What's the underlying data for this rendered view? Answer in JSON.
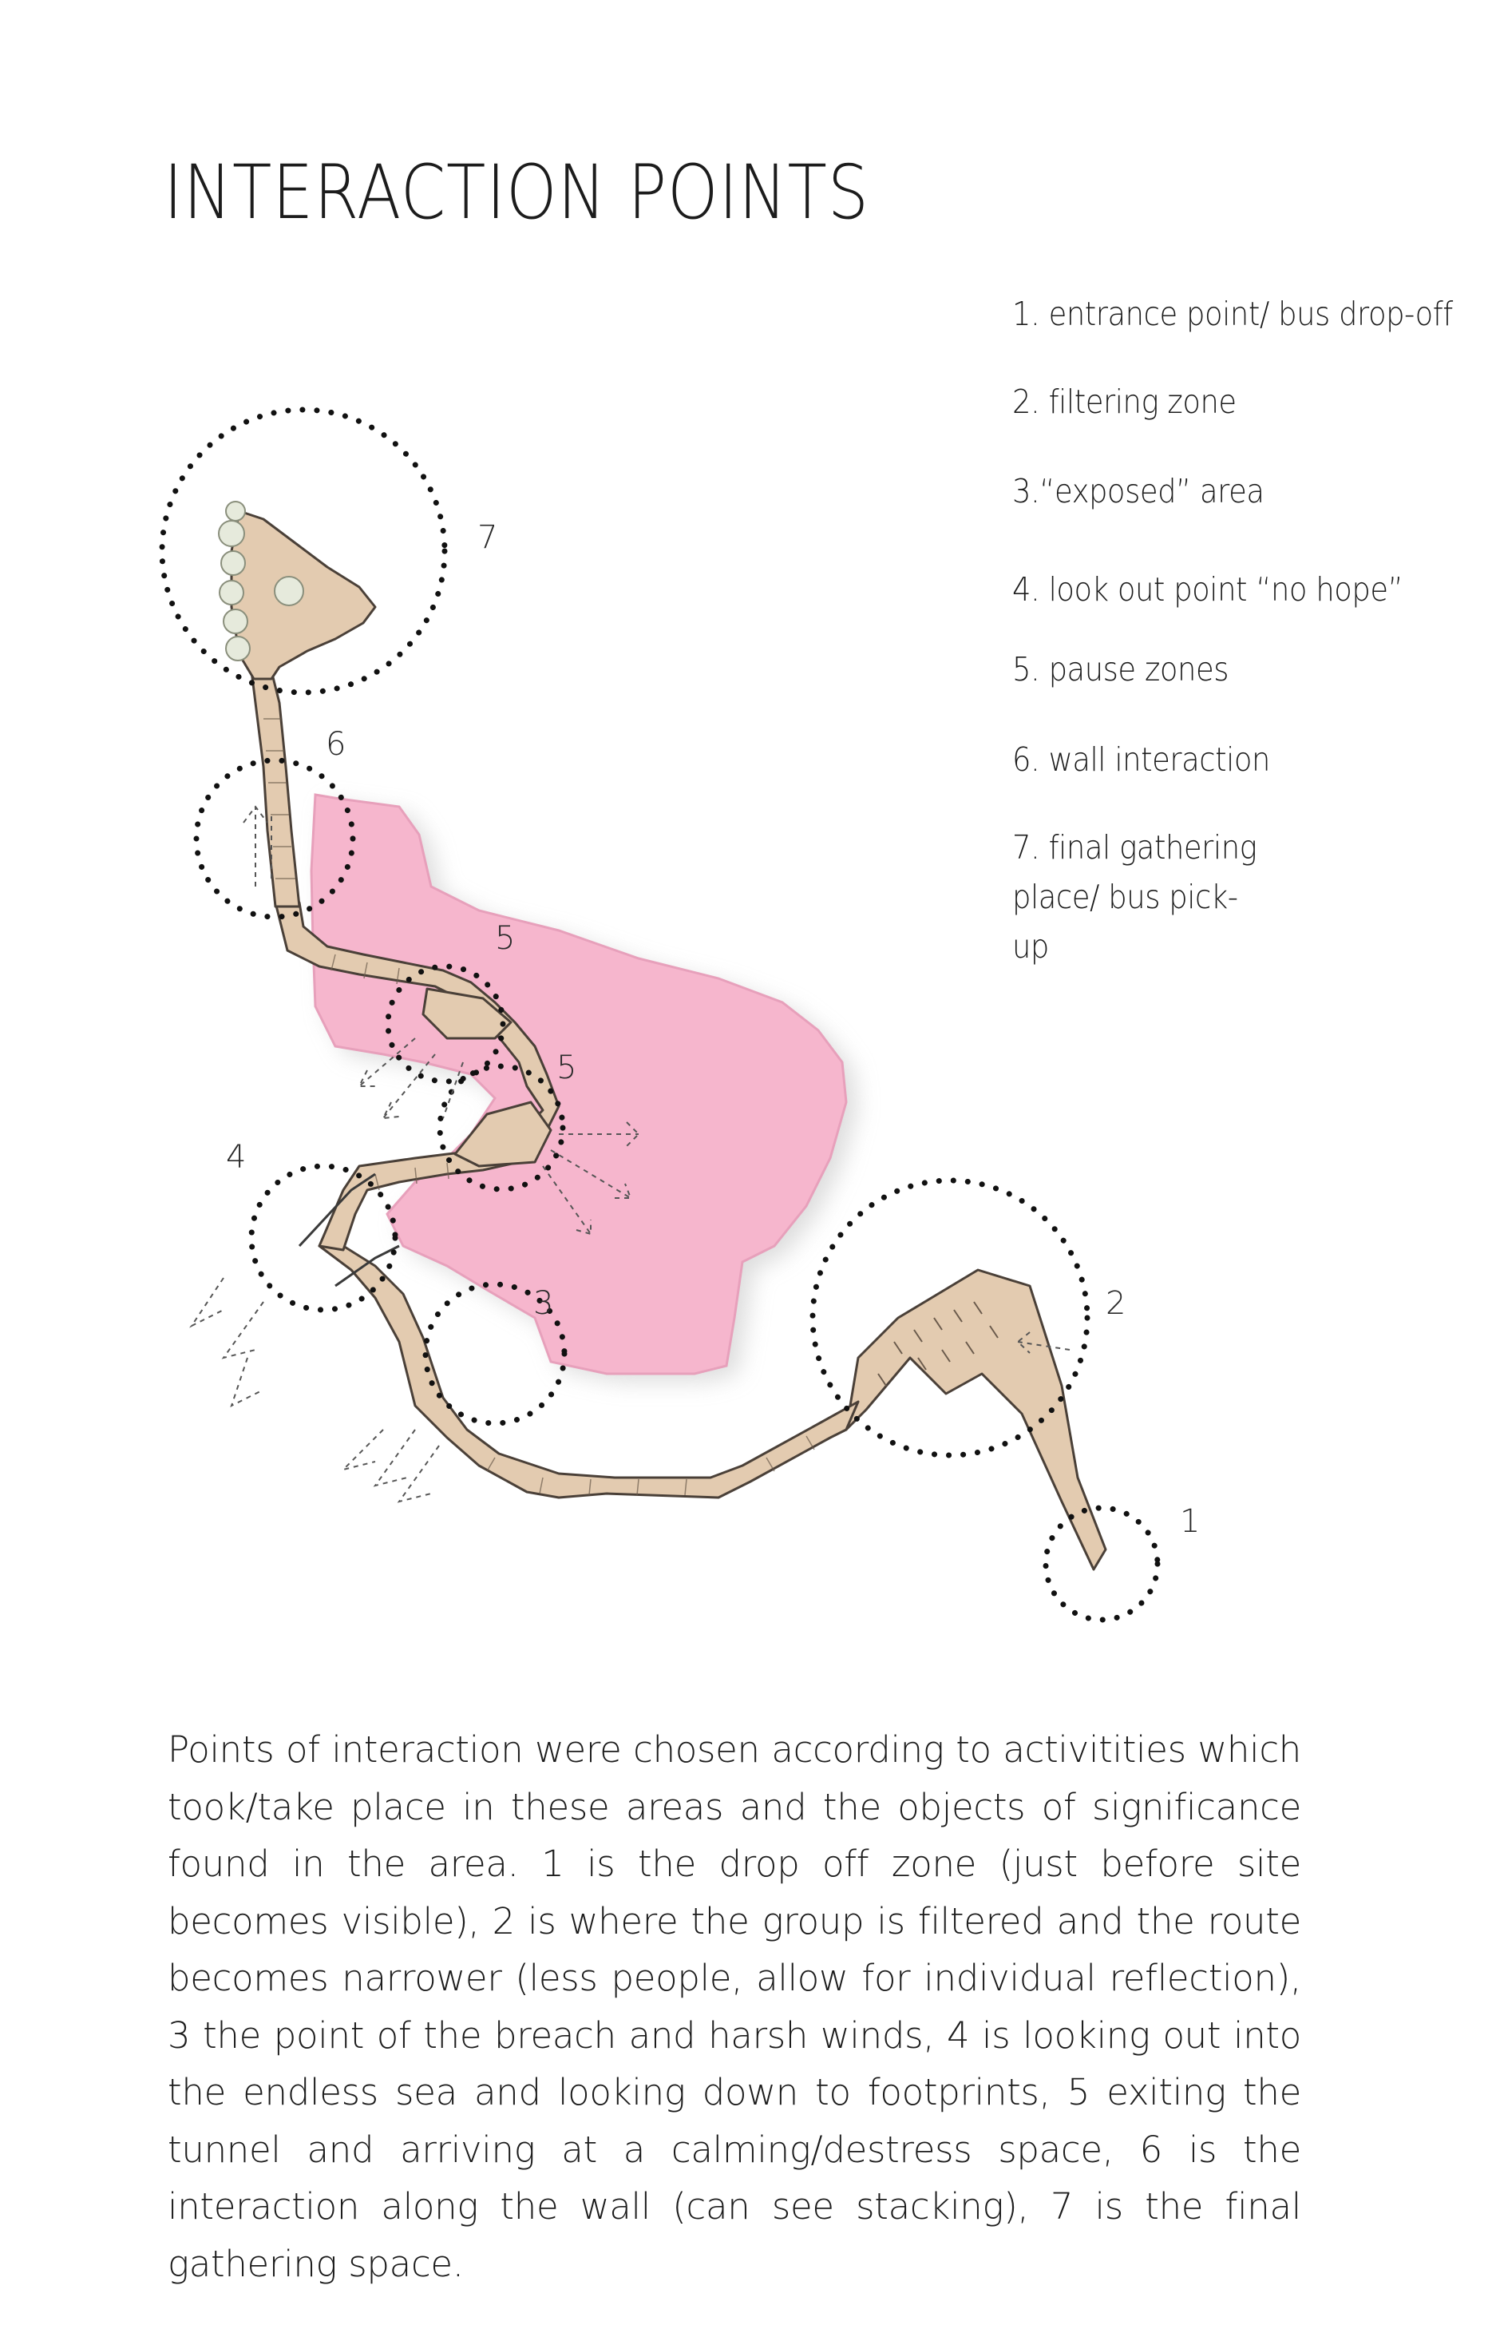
{
  "title": "INTERACTION POINTS",
  "legend": [
    "1. entrance point/ bus drop-off",
    "2. filtering zone",
    "3.“exposed” area",
    "4. look out point “no hope”",
    "5. pause zones",
    "6. wall interaction",
    "7. final gathering place/ bus pick-up"
  ],
  "diagram": {
    "labels": {
      "p1": "1",
      "p2": "2",
      "p3": "3",
      "p4": "4",
      "p5a": "5",
      "p5b": "5",
      "p6": "6",
      "p7": "7"
    },
    "colors": {
      "water": "#f6b6cd",
      "path": "#e3cbb0",
      "ink": "#3a3a3a"
    }
  },
  "description": "Points of interaction were chosen according to activitities which took/take place in these areas and the objects of significance found in the area. 1 is the drop off zone (just before site becomes visible), 2 is where the group is filtered and the route becomes narrower (less people, allow for individual reflection), 3 the point of the breach and harsh winds, 4 is looking out into the endless sea and looking down to footprints, 5 exiting the tunnel and arriving at a calming/destress space, 6 is the interaction along the wall (can see stacking), 7 is the final gathering space."
}
